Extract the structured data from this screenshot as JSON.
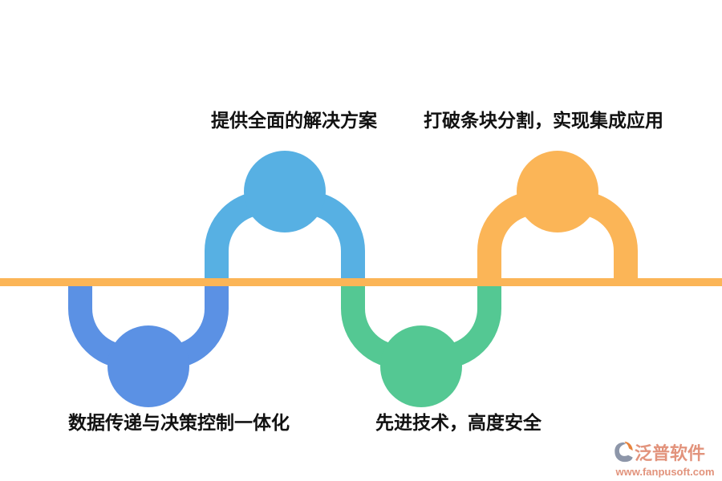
{
  "diagram": {
    "type": "process-wave-infographic",
    "baseline_color": "#FBB557",
    "steps": [
      {
        "id": "solution",
        "label": "提供全面的解决方案",
        "color": "#57B0E3",
        "side": "top"
      },
      {
        "id": "integration",
        "label": "打破条块分割，实现集成应用",
        "color": "#FBB557",
        "side": "top"
      },
      {
        "id": "data-decision",
        "label": "数据传递与决策控制一体化",
        "color": "#5B91E4",
        "side": "bottom"
      },
      {
        "id": "security",
        "label": "先进技术，高度安全",
        "color": "#54C893",
        "side": "bottom"
      }
    ]
  },
  "branding": {
    "logo_text": "泛普软件",
    "website": "www.fanpusoft.com",
    "logo_text_color": "#E2937C",
    "logo_icon": "fanpu-logo-icon",
    "logo_icon_body_color": "#8D96A9",
    "logo_icon_accent_color": "#E8833C"
  }
}
